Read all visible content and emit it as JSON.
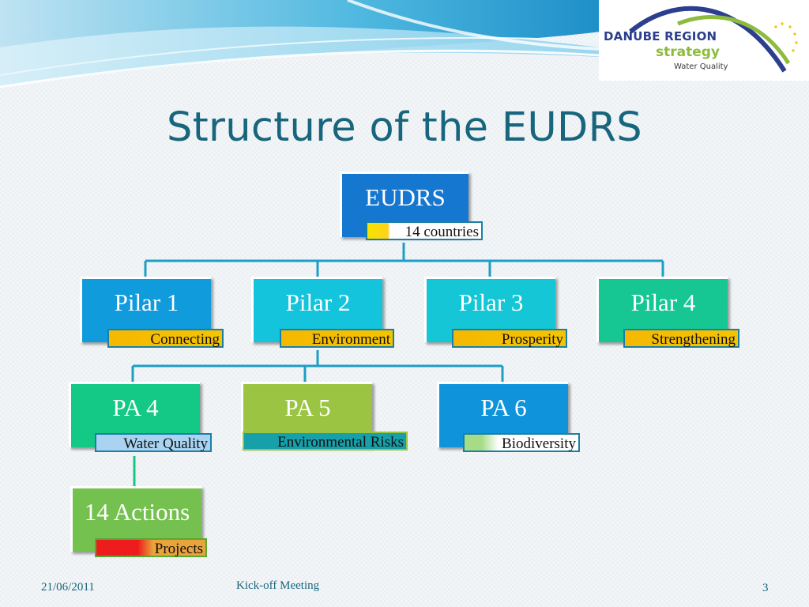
{
  "header": {
    "logo": {
      "line1": "DANUBE REGION",
      "line2": "strategy",
      "line3": "Water Quality"
    }
  },
  "title": "Structure of the EUDRS",
  "diagram": {
    "root": {
      "label": "EUDRS",
      "tag": "14 countries"
    },
    "pillars": [
      {
        "label": "Pilar 1",
        "tag": "Connecting"
      },
      {
        "label": "Pilar 2",
        "tag": "Environment"
      },
      {
        "label": "Pilar 3",
        "tag": "Prosperity"
      },
      {
        "label": "Pilar 4",
        "tag": "Strengthening"
      }
    ],
    "priority_areas": [
      {
        "label": "PA 4",
        "tag": "Water Quality"
      },
      {
        "label": "PA 5",
        "tag": "Environmental Risks"
      },
      {
        "label": "PA 6",
        "tag": "Biodiversity"
      }
    ],
    "actions": {
      "label": "14 Actions",
      "tag": "Projects"
    }
  },
  "colors": {
    "title": "#17667d",
    "connector": "#1e9ec4",
    "root": "#1577cf",
    "pilar1": "#0f9bdc",
    "pilar2": "#14c4dc",
    "pilar3": "#14c6d6",
    "pilar4": "#16c794",
    "pa4": "#14c886",
    "pa5": "#9bc443",
    "pa6": "#0f94dc",
    "actions": "#74c150"
  },
  "footer": {
    "date": "21/06/2011",
    "meeting": "Kick-off Meeting",
    "page_number": "3"
  }
}
